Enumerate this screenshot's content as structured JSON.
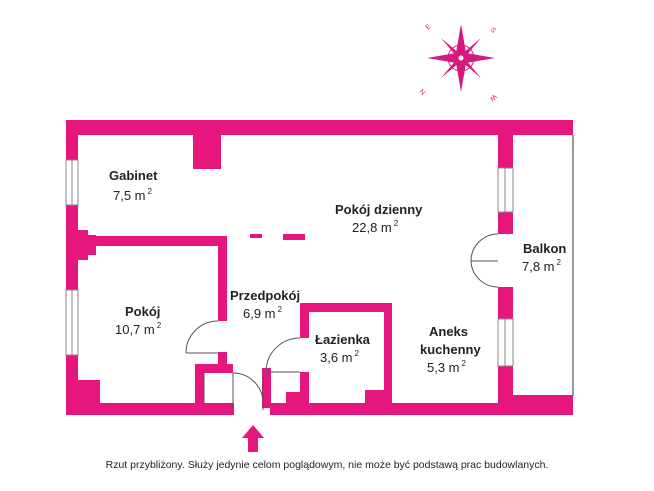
{
  "colors": {
    "wall": "#e6167f",
    "compass": "#d6197e",
    "door_line": "#555555",
    "window_line": "#888888"
  },
  "compass": {
    "icon": "compass-rose-icon",
    "letters": {
      "e": "E",
      "s": "S",
      "n": "N",
      "w": "W"
    }
  },
  "rooms": {
    "gabinet": {
      "name": "Gabinet",
      "area": "7,5 m",
      "unit_sup": "2"
    },
    "pokoj_dz": {
      "name": "Pokój dzienny",
      "area": "22,8 m",
      "unit_sup": "2"
    },
    "balkon": {
      "name": "Balkon",
      "area": "7,8 m",
      "unit_sup": "2"
    },
    "pokoj": {
      "name": "Pokój",
      "area": "10,7 m",
      "unit_sup": "2"
    },
    "przedpokoj": {
      "name": "Przedpokój",
      "area": "6,9 m",
      "unit_sup": "2"
    },
    "lazienka": {
      "name": "Łazienka",
      "area": "3,6 m",
      "unit_sup": "2"
    },
    "aneks": {
      "name_line1": "Aneks",
      "name_line2": "kuchenny",
      "area": "5,3 m",
      "unit_sup": "2"
    }
  },
  "entrance": {
    "icon": "entrance-arrow-icon"
  },
  "note": "Rzut przybliżony. Służy jedynie celom poglądowym, nie może być podstawą prac budowlanych."
}
